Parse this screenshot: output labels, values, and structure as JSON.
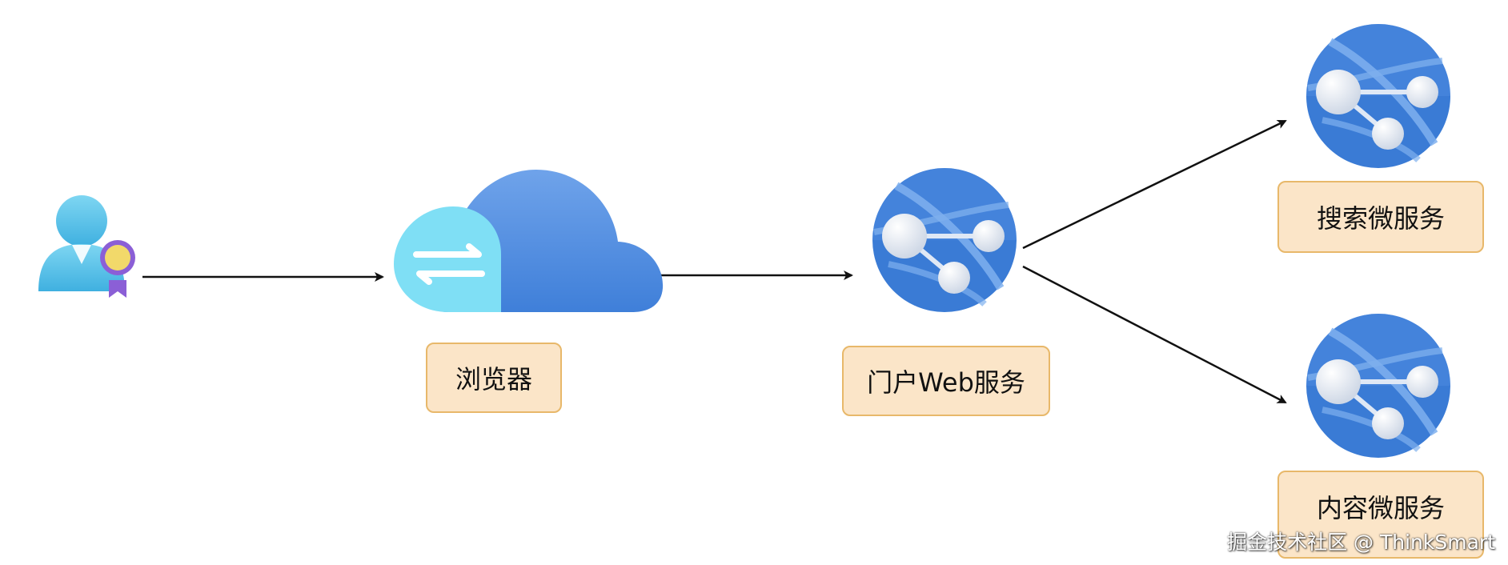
{
  "nodes": {
    "browser": {
      "label": "浏览器",
      "icon": "cloud-transfer-icon"
    },
    "portal": {
      "label": "门户Web服务",
      "icon": "web-app-globe-icon"
    },
    "search": {
      "label": "搜索微服务",
      "icon": "web-app-globe-icon"
    },
    "content": {
      "label": "内容微服务",
      "icon": "web-app-globe-icon"
    },
    "user": {
      "icon": "certified-user-icon"
    }
  },
  "watermark": "掘金技术社区 @ ThinkSmart",
  "colors": {
    "label_fill": "#fbe5c8",
    "label_border": "#e8b86a",
    "globe_blue": "#3a7bd5",
    "globe_light": "#5f9ae6",
    "cloud_blue": "#5b8fe0",
    "cloud_cyan": "#7fdff5",
    "user_cyan": "#5bc5e8",
    "badge_gold": "#f2d96a",
    "badge_purple": "#8b5fd6",
    "arrow": "#111111"
  }
}
